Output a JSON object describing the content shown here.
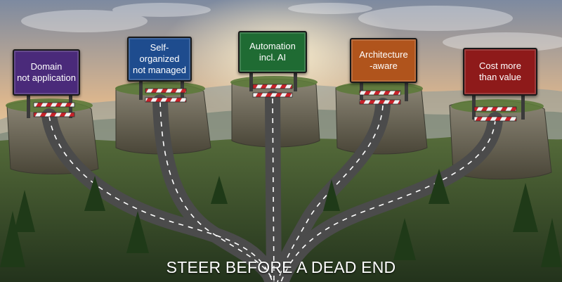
{
  "signs": [
    {
      "text": "Domain\nnot application",
      "color": "#4a2a7a"
    },
    {
      "text": "Self-organized\nnot managed",
      "color": "#1e4c8e"
    },
    {
      "text": "Automation\nincl. AI",
      "color": "#1f6b33"
    },
    {
      "text": "Architecture\n-aware",
      "color": "#b0541c"
    },
    {
      "text": "Cost more\nthan value",
      "color": "#8e1a1a"
    }
  ],
  "caption": "STEER BEFORE A DEAD END"
}
